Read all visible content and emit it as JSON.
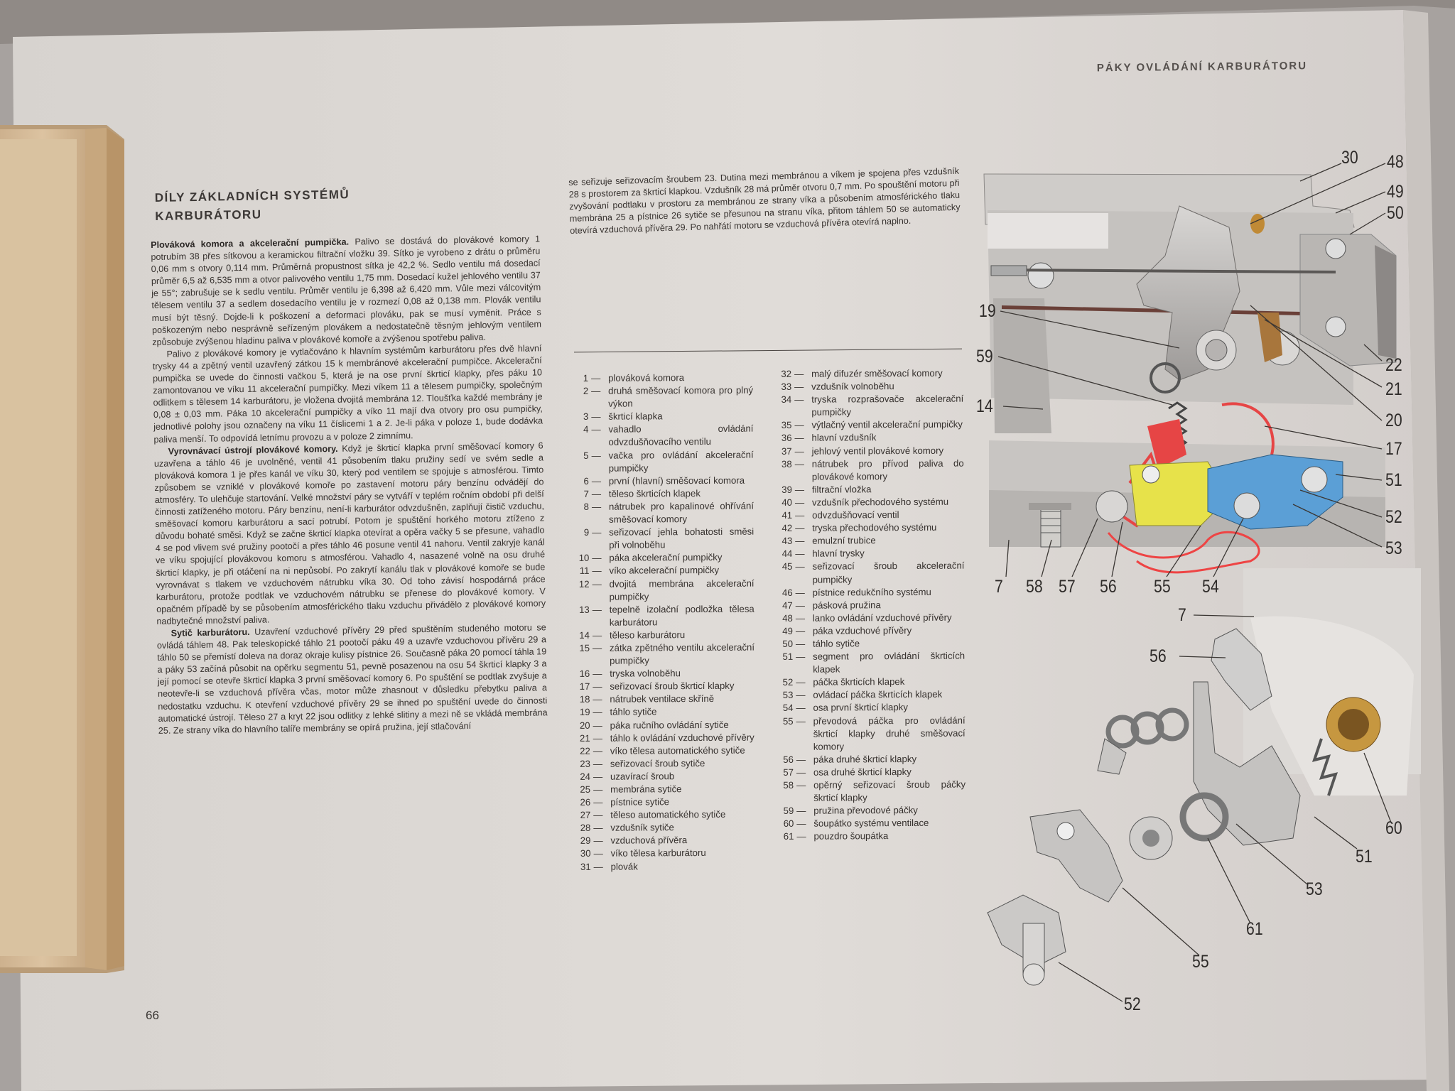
{
  "running_head": "PÁKY OVLÁDÁNÍ KARBURÁTORU",
  "page_number": "66",
  "section": {
    "title_line1": "DÍLY ZÁKLADNÍCH SYSTÉMŮ",
    "title_line2": "KARBURÁTORU"
  },
  "body": {
    "p1_head": "Plováková komora a akcelerační pumpička.",
    "p1": "Palivo se dostává do plovákové komory 1 potrubím 38 přes sítkovou a keramickou filtrační vložku 39. Sítko je vyrobeno z drátu o průměru 0,06 mm s otvory 0,114 mm. Průměrná propustnost sítka je 42,2 %. Sedlo ventilu má dosedací průměr 6,5 až 6,535 mm a otvor palivového ventilu 1,75 mm. Dosedací kužel jehlového ventilu 37 je 55°; zabrušuje se k sedlu ventilu. Průměr ventilu je 6,398 až 6,420 mm. Vůle mezi válcovitým tělesem ventilu 37 a sedlem dosedacího ventilu je v rozmezí 0,08 až 0,138 mm. Plovák ventilu musí být těsný. Dojde-li k poškození a deformaci plováku, pak se musí vyměnit. Práce s poškozeným nebo nesprávně seřízeným plovákem a nedostatečně těsným jehlovým ventilem způsobuje zvýšenou hladinu paliva v plovákové komoře a zvýšenou spotřebu paliva.",
    "p2": "Palivo z plovákové komory je vytlačováno k hlavním systémům karburátoru přes dvě hlavní trysky 44 a zpětný ventil uzavřený zátkou 15 k membránové akcelerační pumpičce. Akcelerační pumpička se uvede do činnosti vačkou 5, která je na ose první škrticí klapky, přes páku 10 zamontovanou ve víku 11 akcelerační pumpičky. Mezi víkem 11 a tělesem pumpičky, společným odlitkem s tělesem 14 karburátoru, je vložena dvojitá membrána 12. Tloušťka každé membrány je 0,08 ± 0,03 mm. Páka 10 akcelerační pumpičky a víko 11 mají dva otvory pro osu pumpičky, jednotlivé polohy jsou označeny na víku 11 číslicemi 1 a 2. Je-li páka v poloze 1, bude dodávka paliva menší. To odpovídá letnímu provozu a v poloze 2 zimnímu.",
    "p3_head": "Vyrovnávací ústrojí plovákové komory.",
    "p3": "Když je škrticí klapka první směšovací komory 6 uzavřena a táhlo 46 je uvolněné, ventil 41 působením tlaku pružiny sedí ve svém sedle a plováková komora 1 je přes kanál ve víku 30, který pod ventilem se spojuje s atmosférou. Timto způsobem se vzniklé v plovákové komoře po zastavení motoru páry benzínu odvádějí do atmosféry. To ulehčuje startování. Velké množství páry se vytváří v teplém ročním období při delší činnosti zatíženého motoru. Páry benzínu, není-li karburátor odvzdušněn, zaplňují čistič vzduchu, směšovací komoru karburátoru a sací potrubí. Potom je spuštění horkého motoru ztíženo z důvodu bohaté směsi. Když se začne škrticí klapka otevírat a opěra vačky 5 se přesune, vahadlo 4 se pod vlivem své pružiny pootočí a přes táhlo 46 posune ventil 41 nahoru. Ventil zakryje kanál ve víku spojující plovákovou komoru s atmosférou. Vahadlo 4, nasazené volně na osu druhé škrticí klapky, je při otáčení na ni nepůsobí. Po zakrytí kanálu tlak v plovákové komoře se bude vyrovnávat s tlakem ve vzduchovém nátrubku víka 30. Od toho závisí hospodárná práce karburátoru, protože podtlak ve vzduchovém nátrubku se přenese do plovákové komory. V opačném případě by se působením atmosférického tlaku vzduchu přivádělo z plovákové komory nadbytečné množství paliva.",
    "p4_head": "Sytič karburátoru.",
    "p4": "Uzavření vzduchové přívěry 29 před spuštěním studeného motoru se ovládá táhlem 48. Pak teleskopické táhlo 21 pootočí páku 49 a uzavře vzduchovou přívěru 29 a táhlo 50 se přemístí doleva na doraz okraje kulisy pístnice 26. Současně páka 20 pomocí táhla 19 a páky 53 začíná působit na opěrku segmentu 51, pevně posazenou na osu 54 škrticí klapky 3 a její pomocí se otevře škrticí klapka 3 první směšovací komory 6. Po spuštění se podtlak zvyšuje a neotevře-li se vzduchová přívěra včas, motor může zhasnout v důsledku přebytku paliva a nedostatku vzduchu. K otevření vzduchové přívěry 29 se ihned po spuštění uvede do činnosti automatické ústrojí. Těleso 27 a kryt 22 jsou odlitky z lehké slitiny a mezi ně se vkládá membrána 25. Ze strany víka do hlavního talíře membrány se opírá pružina, její stlačování",
    "p5": "se seřizuje seřizovacím šroubem 23. Dutina mezi membránou a víkem je spojena přes vzdušník 28 s prostorem za škrticí klapkou. Vzdušník 28 má průměr otvoru 0,7 mm. Po spouštění motoru při zvyšování podtlaku v prostoru za membránou ze strany víka a působením atmosférického tlaku membrána 25 a pístnice 26 sytiče se přesunou na stranu víka, přitom táhlem 50 se automaticky otevírá vzduchová přívěra 29. Po nahřátí motoru se vzduchová přívěra otevírá naplno."
  },
  "legend_a": [
    {
      "n": "1",
      "t": "plováková komora"
    },
    {
      "n": "2",
      "t": "druhá směšovací komora pro plný výkon"
    },
    {
      "n": "3",
      "t": "škrticí klapka"
    },
    {
      "n": "4",
      "t": "vahadlo ovládání odvzdušňovacího ventilu"
    },
    {
      "n": "5",
      "t": "vačka pro ovládání akcelerační pumpičky"
    },
    {
      "n": "6",
      "t": "první (hlavní) směšovací komora"
    },
    {
      "n": "7",
      "t": "těleso škrticích klapek"
    },
    {
      "n": "8",
      "t": "nátrubek pro kapalinové ohřívání směšovací komory"
    },
    {
      "n": "9",
      "t": "seřizovací jehla bohatosti směsi při volnoběhu"
    },
    {
      "n": "10",
      "t": "páka akcelerační pumpičky"
    },
    {
      "n": "11",
      "t": "víko akcelerační pumpičky"
    },
    {
      "n": "12",
      "t": "dvojitá membrána akcelerační pumpičky"
    },
    {
      "n": "13",
      "t": "tepelně izolační podložka tělesa karburátoru"
    },
    {
      "n": "14",
      "t": "těleso karburátoru"
    },
    {
      "n": "15",
      "t": "zátka zpětného ventilu akcelerační pumpičky"
    },
    {
      "n": "16",
      "t": "tryska volnoběhu"
    },
    {
      "n": "17",
      "t": "seřizovací šroub škrticí klapky"
    },
    {
      "n": "18",
      "t": "nátrubek ventilace skříně"
    },
    {
      "n": "19",
      "t": "táhlo sytiče"
    },
    {
      "n": "20",
      "t": "páka ručního ovládání sytiče"
    },
    {
      "n": "21",
      "t": "táhlo k ovládání vzduchové přívěry"
    },
    {
      "n": "22",
      "t": "víko tělesa automatického sytiče"
    },
    {
      "n": "23",
      "t": "seřizovací šroub sytiče"
    },
    {
      "n": "24",
      "t": "uzavírací šroub"
    },
    {
      "n": "25",
      "t": "membrána sytiče"
    },
    {
      "n": "26",
      "t": "pístnice sytiče"
    },
    {
      "n": "27",
      "t": "těleso automatického sytiče"
    },
    {
      "n": "28",
      "t": "vzdušník sytiče"
    },
    {
      "n": "29",
      "t": "vzduchová přívěra"
    },
    {
      "n": "30",
      "t": "víko tělesa karburátoru"
    },
    {
      "n": "31",
      "t": "plovák"
    }
  ],
  "legend_b": [
    {
      "n": "32",
      "t": "malý difuzér směšovací komory"
    },
    {
      "n": "33",
      "t": "vzdušník volnoběhu"
    },
    {
      "n": "34",
      "t": "tryska rozprašovače akcelerační pumpičky"
    },
    {
      "n": "35",
      "t": "výtlačný ventil akcelerační pumpičky"
    },
    {
      "n": "36",
      "t": "hlavní vzdušník"
    },
    {
      "n": "37",
      "t": "jehlový ventil plovákové komory"
    },
    {
      "n": "38",
      "t": "nátrubek pro přívod paliva do plovákové komory"
    },
    {
      "n": "39",
      "t": "filtrační vložka"
    },
    {
      "n": "40",
      "t": "vzdušník přechodového systému"
    },
    {
      "n": "41",
      "t": "odvzdušňovací ventil"
    },
    {
      "n": "42",
      "t": "tryska přechodového systému"
    },
    {
      "n": "43",
      "t": "emulzní trubice"
    },
    {
      "n": "44",
      "t": "hlavní trysky"
    },
    {
      "n": "45",
      "t": "seřizovací šroub akcelerační pumpičky"
    },
    {
      "n": "46",
      "t": "pístnice redukčního systému"
    },
    {
      "n": "47",
      "t": "pásková pružina"
    },
    {
      "n": "48",
      "t": "lanko ovládání vzduchové přívěry"
    },
    {
      "n": "49",
      "t": "páka vzduchové přívěry"
    },
    {
      "n": "50",
      "t": "táhlo sytiče"
    },
    {
      "n": "51",
      "t": "segment pro ovládání škrticích klapek"
    },
    {
      "n": "52",
      "t": "páčka škrticích klapek"
    },
    {
      "n": "53",
      "t": "ovládací páčka škrticích klapek"
    },
    {
      "n": "54",
      "t": "osa první škrticí klapky"
    },
    {
      "n": "55",
      "t": "převodová páčka pro ovládání škrticí klapky druhé směšovací komory"
    },
    {
      "n": "56",
      "t": "páka druhé škrticí klapky"
    },
    {
      "n": "57",
      "t": "osa druhé škrticí klapky"
    },
    {
      "n": "58",
      "t": "opěrný seřizovací šroub páčky škrticí klapky"
    },
    {
      "n": "59",
      "t": "pružina převodové páčky"
    },
    {
      "n": "60",
      "t": "šoupátko systému ventilace"
    },
    {
      "n": "61",
      "t": "pouzdro šoupátka"
    }
  ],
  "figure_labels": {
    "l30": "30",
    "l48": "48",
    "l49": "49",
    "l50": "50",
    "l19": "19",
    "l59": "59",
    "l14": "14",
    "l22": "22",
    "l21": "21",
    "l20": "20",
    "l17": "17",
    "l51a": "51",
    "l52a": "52",
    "l53a": "53",
    "l7a": "7",
    "l58": "58",
    "l57": "57",
    "l56a": "56",
    "l55a": "55",
    "l54": "54",
    "l7b": "7",
    "l56b": "56",
    "l60": "60",
    "l51b": "51",
    "l53b": "53",
    "l61": "61",
    "l55b": "55",
    "l52b": "52"
  }
}
